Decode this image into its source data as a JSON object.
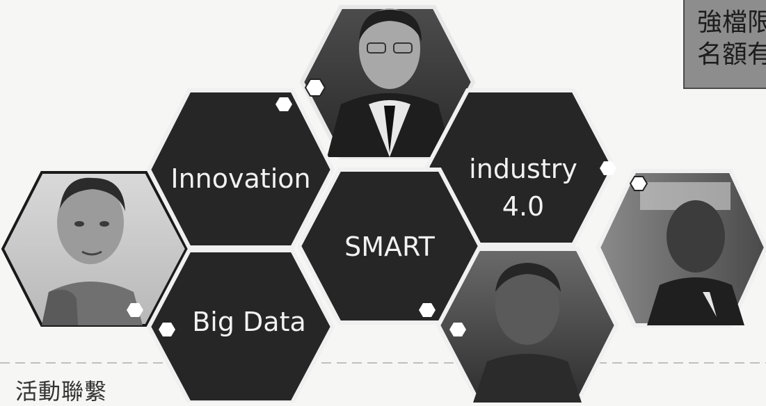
{
  "hexagons": {
    "innovation": {
      "label": "Innovation"
    },
    "industry": {
      "line1": "industry",
      "line2": "4.0"
    },
    "smart": {
      "label": "SMART"
    },
    "big_data": {
      "label": "Big Data"
    }
  },
  "corner_box": {
    "line1": "強檔限",
    "line2": "名額有"
  },
  "footer": {
    "contact_label": "活動聯繫"
  },
  "colors": {
    "hex_dark": "#262626",
    "hex_border": "#f0f0f0",
    "background": "#f6f6f4"
  }
}
